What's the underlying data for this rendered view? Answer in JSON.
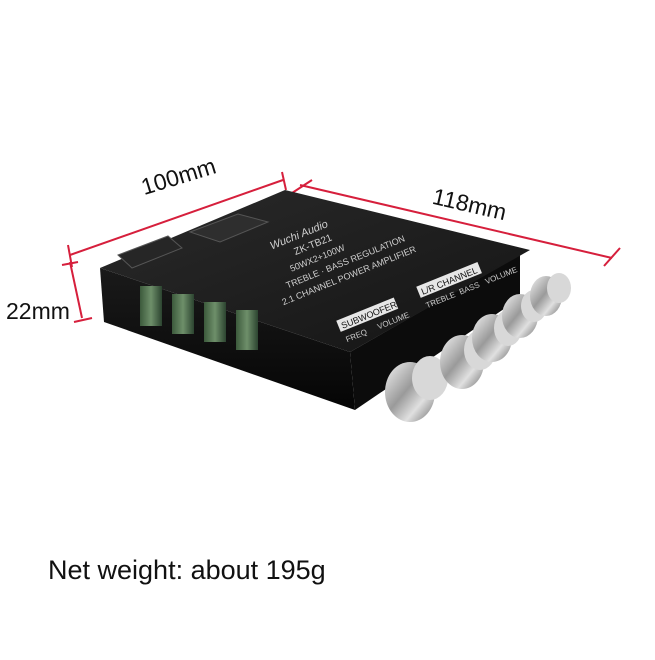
{
  "dimensions": {
    "width_label": "100mm",
    "length_label": "118mm",
    "height_label": "22mm"
  },
  "caption": "Net weight: about 195g",
  "board": {
    "brand": "Wuchi Audio",
    "model": "ZK-TB21",
    "line1": "TREBLE · BASS REGULATION",
    "line2": "2.1 CHANNEL POWER AMPLIFIER",
    "rating": "50WX2+100W",
    "subwoofer_label": "SUBWOOFER",
    "subwoofer_knobs": [
      "FREQ",
      "VOLUME"
    ],
    "channel_label": "L/R CHANNEL",
    "channel_knobs": [
      "TREBLE",
      "BASS",
      "VOLUME"
    ],
    "knob_count": 5
  },
  "colors": {
    "board": "#1c1c1c",
    "dimension_line": "#d61f3c",
    "knob": "#c8c8c8",
    "label_bg": "#e6e6e6"
  }
}
